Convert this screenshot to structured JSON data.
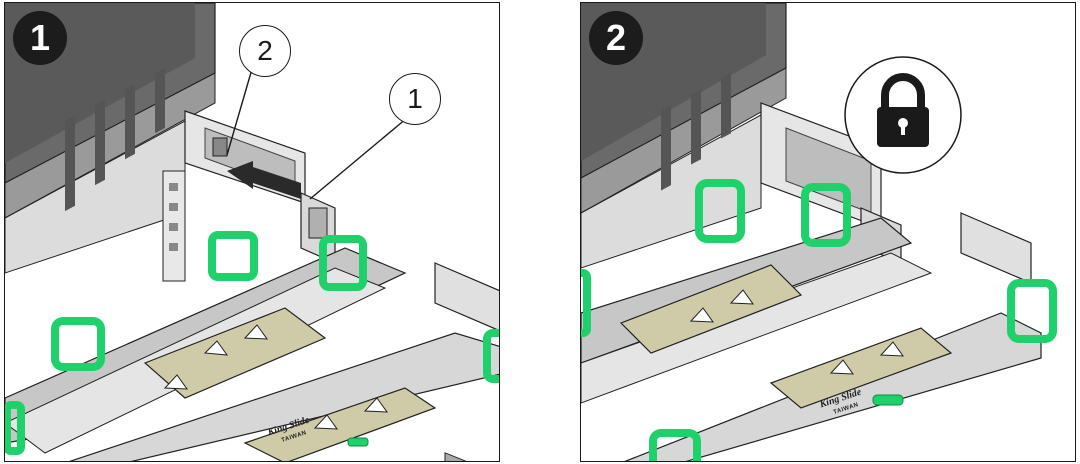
{
  "panels": [
    {
      "step": "1",
      "callouts": [
        "2",
        "1"
      ],
      "brand": "King Slide",
      "brand_sub": "TAIWAN"
    },
    {
      "step": "2",
      "icon": "lock-icon",
      "brand": "King Slide",
      "brand_sub": "TAIWAN"
    }
  ],
  "colors": {
    "accent_green": "#1fd16b",
    "chassis_dark": "#5a5a5a",
    "tray_tan": "#cfcba8",
    "line": "#1a1a1a"
  }
}
